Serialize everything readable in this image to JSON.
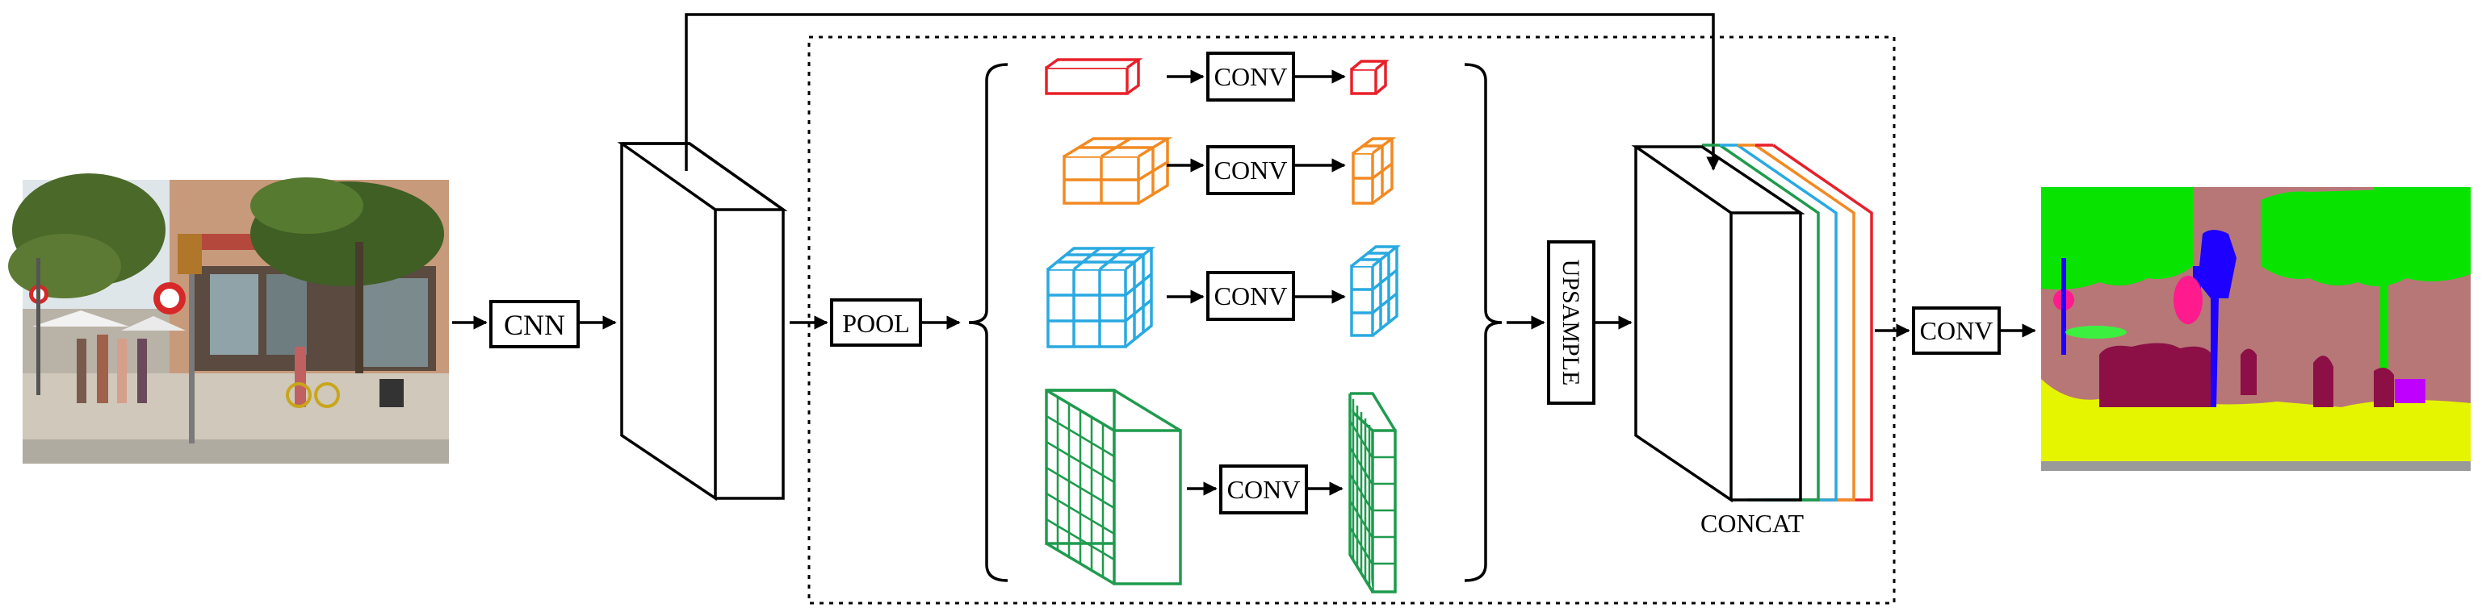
{
  "labels": {
    "cnn": "CNN",
    "pool": "POOL",
    "conv": "CONV",
    "upsample": "UPSAMPLE",
    "concat": "CONCAT"
  },
  "colors": {
    "red": "#e8202a",
    "orange": "#f28a22",
    "blue": "#29a9e1",
    "green": "#1f9b4e",
    "seg_green": "#08e400",
    "seg_pink": "#b77777",
    "seg_yellow": "#e5f500",
    "seg_blue": "#1d00ff",
    "seg_magenta": "#ff1a8d",
    "seg_maroon": "#8c0f46",
    "seg_violet": "#c000ff",
    "seg_gray": "#9a9a9a"
  },
  "icons": {
    "input": "street-scene-photo",
    "output": "segmentation-map"
  }
}
